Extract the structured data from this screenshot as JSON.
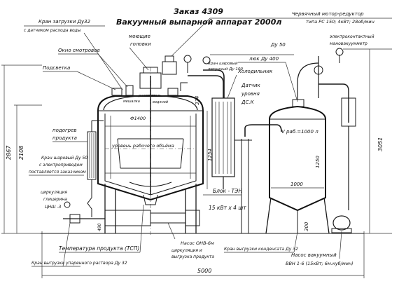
{
  "title": {
    "line1": "Заказ 4309",
    "line2": "Вакуумный выпарной аппарат 2000л"
  },
  "labels": {
    "kran_zagruzki": "Кран загрузки Ду32",
    "datchik_raskhoda": "с датчиком расхода воды",
    "okno": "Окно смотровое",
    "podsvetka": "Подсветка",
    "moyushchie": "моющие",
    "golovki": "головки",
    "kran_sharovoy_top": "Кран шаровый",
    "kran_sharovoy_top2": "латунный Ду 100",
    "motor": "Червячный мотор-редуктор",
    "motor2": "типа РС 150; 4кВт; 28об/мин",
    "du50_top": "Ду 50",
    "lyuk": "люк Ду 400",
    "kholodilnik": "Холодильник",
    "datchik": "Датчик",
    "urovnya": "уровня",
    "ds": "ДС.К",
    "elektrokontakt": "электроконтактный",
    "manovakuummetr": "мановакуумметр",
    "podogrev": "подогрев",
    "produkta": "продукта",
    "kran_du50": "Кран шаровый Ду 50",
    "elektroprivod": "с электроприводом",
    "postavlyaetsya": "поставляется заказчиком",
    "tsirkulyatsiya": "циркуляция",
    "glitserina": "глицерина",
    "tsnsh": "ЦНШ -3",
    "uroven": "уровень рабочего объёма",
    "blok": "Блок - ТЭН",
    "blok2": "15 кВт х 4 шт",
    "temperatura": "Температура продукта (ТСП)",
    "kran_vygruzki": "Кран выгрузки упаренного раствора Ду 32",
    "nasos_onv": "Насос ОНВ-6м",
    "nasos_onv2": "циркуляция и",
    "nasos_onv3": "выгрузка продукта",
    "kran_kondensata": "Кран выгрузки конденсата Ду 32",
    "nasos_vak": "Насос вакуумный",
    "nasos_vak2": "ВВН 1-6 (15кВт; 6м.куб/мин)",
    "vrabochiy": "V раб.=1000 л",
    "mesh": "мешалка",
    "rassekatel": "рассекатель",
    "vodyanoi": "водяной"
  },
  "dimensions": {
    "d1400": "Ф1400",
    "h2867": "2867",
    "h2108": "2108",
    "h1254": "1254",
    "h334": "334",
    "h1250": "1250",
    "w1000": "1000",
    "h300": "300",
    "h490": "490",
    "h3051": "3051",
    "w5000": "5000"
  }
}
